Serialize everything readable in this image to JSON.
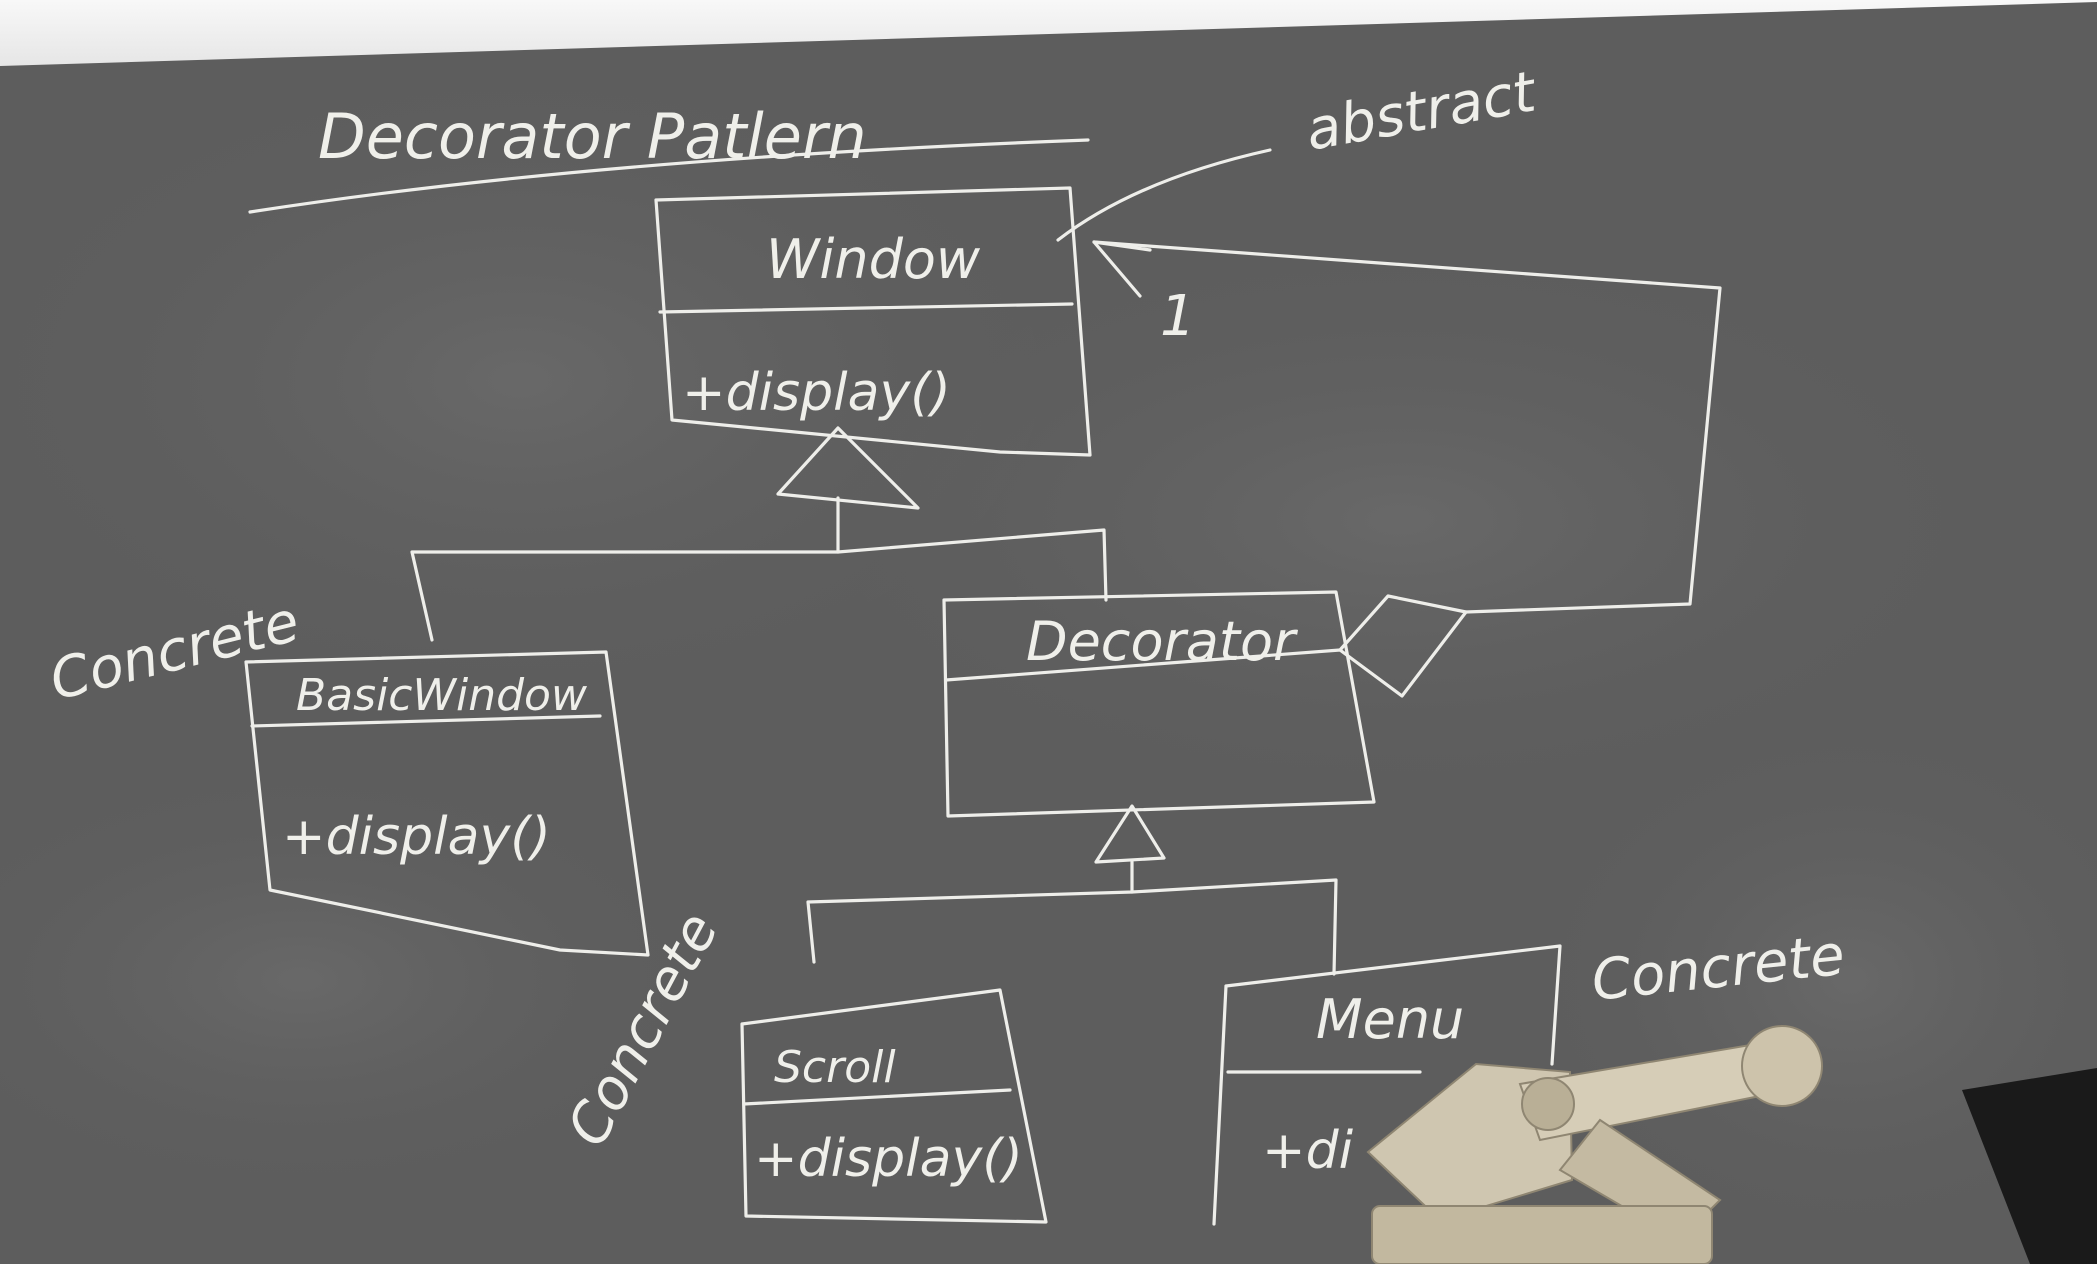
{
  "title": "Decorator Patlern",
  "annotations": {
    "abstract": "abstract",
    "multiplicity": "1",
    "concrete_basic": "Concrete",
    "concrete_scroll": "Concrete",
    "concrete_menu": "Concrete"
  },
  "classes": {
    "window": {
      "name": "Window",
      "method": "+display()"
    },
    "basic_window": {
      "name": "BasicWindow",
      "method": "+display()"
    },
    "decorator": {
      "name": "Decorator",
      "method": ""
    },
    "scroll": {
      "name": "Scroll",
      "method": "+display()"
    },
    "menu": {
      "name": "Menu",
      "method": "+di"
    }
  },
  "colors": {
    "board": "#5b5b5b",
    "chalk": "#eeeeea",
    "frame_top": "#f4f4f4",
    "eraser_dark": "#1a1a1a",
    "robot_arm": "#c9bfa8"
  },
  "icons": {
    "inheritance_arrow": "hollow-triangle",
    "aggregation": "hollow-diamond",
    "object": "robot-arm-model"
  }
}
